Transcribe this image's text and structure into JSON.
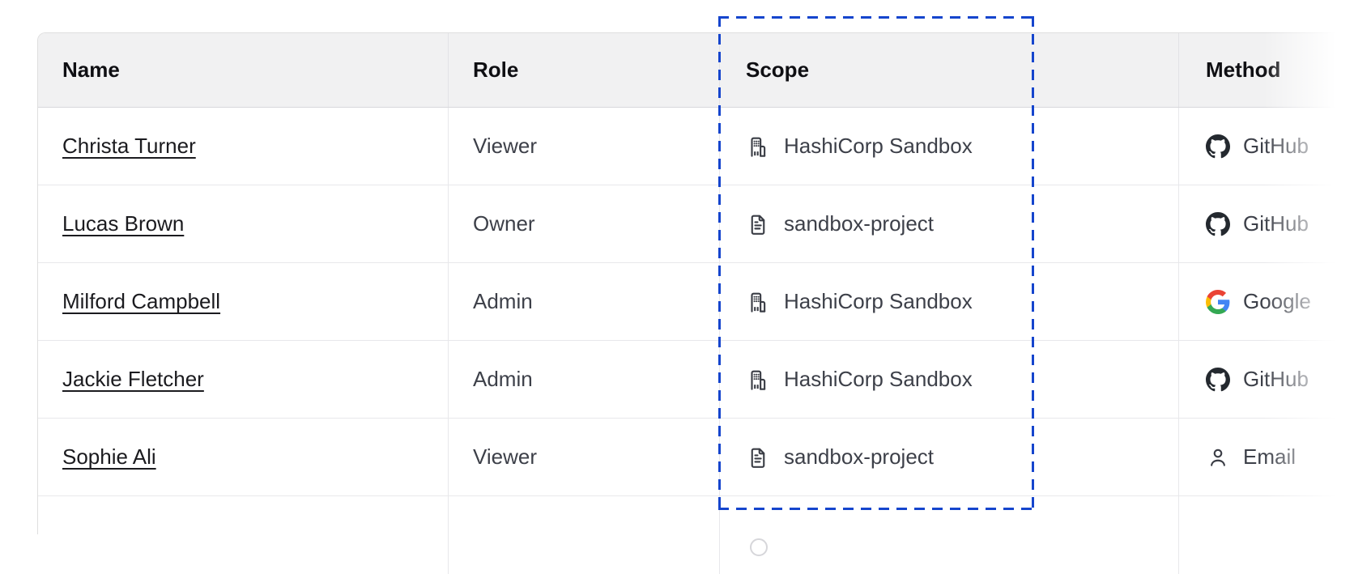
{
  "table": {
    "headers": {
      "name": "Name",
      "role": "Role",
      "scope": "Scope",
      "method": "Method"
    },
    "rows": [
      {
        "name": "Christa Turner",
        "role": "Viewer",
        "scope": "HashiCorp Sandbox",
        "scope_icon": "org-building-icon",
        "method": "GitHub",
        "method_icon": "github-icon"
      },
      {
        "name": "Lucas Brown",
        "role": "Owner",
        "scope": "sandbox-project",
        "scope_icon": "project-file-icon",
        "method": "GitHub",
        "method_icon": "github-icon"
      },
      {
        "name": "Milford Campbell",
        "role": "Admin",
        "scope": "HashiCorp Sandbox",
        "scope_icon": "org-building-icon",
        "method": "Google",
        "method_icon": "google-icon"
      },
      {
        "name": "Jackie Fletcher",
        "role": "Admin",
        "scope": "HashiCorp Sandbox",
        "scope_icon": "org-building-icon",
        "method": "GitHub",
        "method_icon": "github-icon"
      },
      {
        "name": "Sophie Ali",
        "role": "Viewer",
        "scope": "sandbox-project",
        "scope_icon": "project-file-icon",
        "method": "Email",
        "method_icon": "email-user-icon"
      }
    ]
  },
  "highlight": {
    "border_color": "#1545cd"
  },
  "colors": {
    "header_bg": "#f1f1f2",
    "header_border": "#d8d8dc",
    "row_border": "#e8e8eb",
    "text_primary": "#1b1b1f",
    "text_secondary": "#3d4049",
    "icon_stroke": "#3a3d45",
    "github": "#24292f",
    "google_blue": "#4285f4",
    "google_green": "#34a853",
    "google_yellow": "#fbbc05",
    "google_red": "#ea4335"
  }
}
